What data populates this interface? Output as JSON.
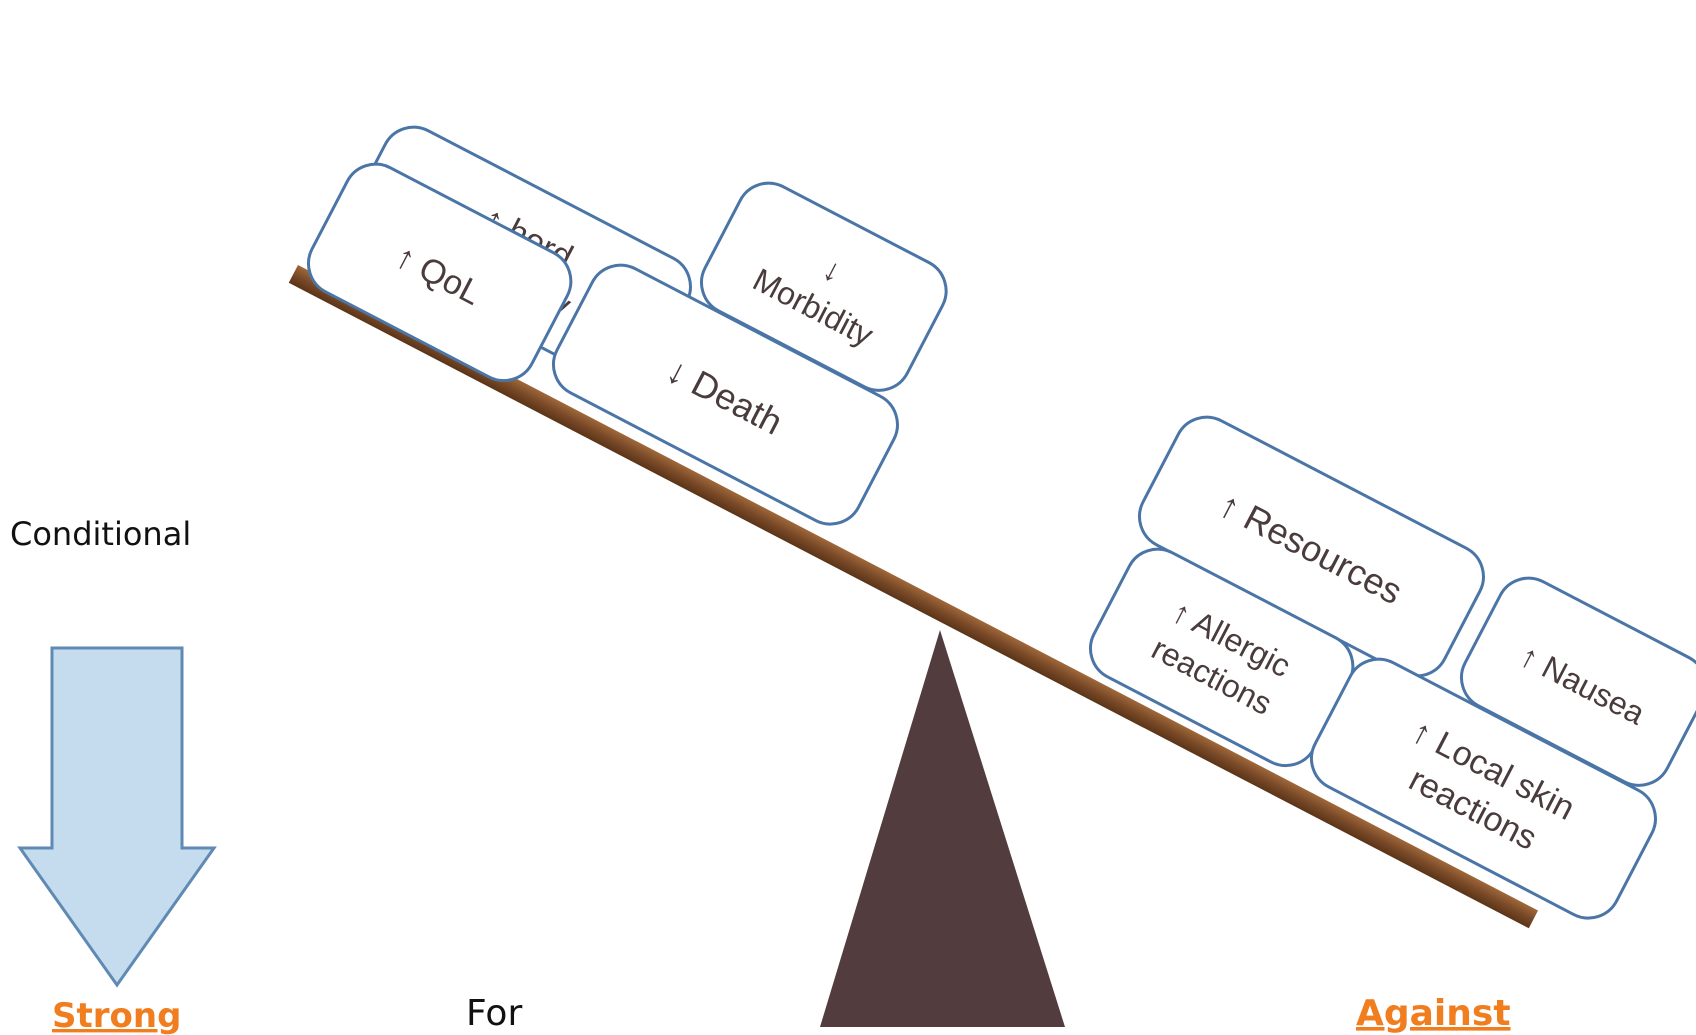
{
  "labels": {
    "conditional": "Conditional",
    "strong": "Strong",
    "for": "For",
    "against": "Against"
  },
  "boxes_for": [
    {
      "id": "herd",
      "lines": [
        "↑ herd",
        "immunity"
      ]
    },
    {
      "id": "qol",
      "lines": [
        "↑ QoL"
      ]
    },
    {
      "id": "morbidity",
      "lines": [
        "↓",
        "Morbidity"
      ]
    },
    {
      "id": "death",
      "lines": [
        "↓ Death"
      ]
    }
  ],
  "boxes_against": [
    {
      "id": "resources",
      "lines": [
        "↑ Resources"
      ]
    },
    {
      "id": "allergic",
      "lines": [
        "↑ Allergic",
        "reactions"
      ]
    },
    {
      "id": "nausea",
      "lines": [
        "↑ Nausea"
      ]
    },
    {
      "id": "local-skin",
      "lines": [
        "↑ Local skin",
        "reactions"
      ]
    }
  ],
  "colors": {
    "box_border": "#4a75a6",
    "box_text": "#4a3b3c",
    "plank": "#7a4a28",
    "plank_light": "#9a6234",
    "fulcrum": "#533c3e",
    "arrow_fill": "#c5dcef",
    "arrow_stroke": "#5f8ab3",
    "accent_orange": "#f07d1e"
  }
}
